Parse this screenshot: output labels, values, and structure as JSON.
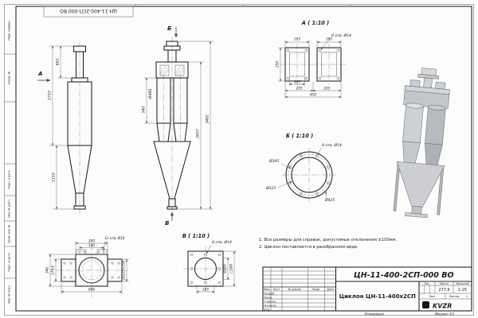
{
  "sheet": {
    "stamp": "ЦН-11-400-2СП-000 ВО",
    "copied": "Копировал",
    "format": "Формат А3"
  },
  "margin_labels": [
    "Перв. примен.",
    "Справ. №",
    "Подп. и дата",
    "Инв. № дубл.",
    "Взам. инв. №",
    "Подп. и дата",
    "Инв. № подл."
  ],
  "side_view": {
    "arrow": "А",
    "dim_662": "662",
    "dim_1710": "1710",
    "dim_1110": "1110"
  },
  "front_view": {
    "arrow_top": "Б",
    "arrow_bottom": "В",
    "dim_d468": "Ø468",
    "dim_540": "540",
    "dim_2657": "2657",
    "dim_3482": "3482"
  },
  "view_a": {
    "label": "А ( 1:10 )",
    "holes": "8 отв. Ø14",
    "dim_165_l": "165",
    "dim_165_r": "165",
    "dim_250": "250",
    "dim_105": "105",
    "dim_205_l": "205",
    "dim_205_r": "205",
    "dim_450": "450"
  },
  "view_b": {
    "label": "Б ( 1:10 )",
    "holes": "8 отв. Ø14",
    "d385": "Ø385",
    "d325": "Ø325",
    "d425": "Ø425"
  },
  "view_v": {
    "label": "В ( 1:10 )",
    "holes": "8 отв. Ø14",
    "dim_105": "105",
    "d200": "Ø200",
    "d300": "□300"
  },
  "plan_view": {
    "dim_200": "200",
    "dim_140": "140",
    "holes": "12 отв. Ø18",
    "dim_1746": "174,6",
    "dim_346": "346",
    "dim_606": "606",
    "dim_250": "2х125=250"
  },
  "notes": {
    "line1": "1. Все размеры для справок, допустимые отклонения ±100мм.",
    "line2": "2. Циклон поставляется в разобранном виде."
  },
  "title_block": {
    "doc_number": "ЦН-11-400-2СП-000 ВО",
    "title": "Циклон ЦН-11-400х2СП",
    "lit": "Лит.",
    "mass_label": "Масса",
    "scale_label": "Масштаб",
    "mass": "277,6",
    "scale": "1:25",
    "sheet_label": "Лист",
    "sheets_label": "Листов",
    "sheets_value": "1",
    "col_izm": "Изм.",
    "col_list": "Лист",
    "col_docum": "№ докум.",
    "col_podp": "Подп.",
    "col_data": "Дата",
    "row_razrab": "Разраб.",
    "row_prov": "Пров.",
    "row_tkontr": "Т.контр.",
    "row_nkontr": "Н.контр.",
    "row_utv": "Утв.",
    "logo": "KVZR"
  }
}
